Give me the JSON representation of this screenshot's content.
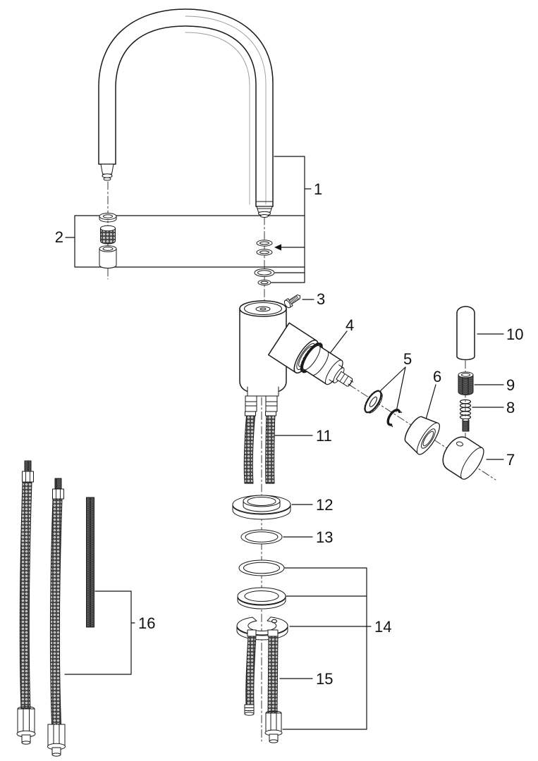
{
  "diagram": {
    "background_color": "#ffffff",
    "line_color": "#1a1a1a",
    "callout_labels": [
      "1",
      "2",
      "3",
      "4",
      "5",
      "6",
      "7",
      "8",
      "9",
      "10",
      "11",
      "12",
      "13",
      "14",
      "15",
      "16"
    ]
  }
}
